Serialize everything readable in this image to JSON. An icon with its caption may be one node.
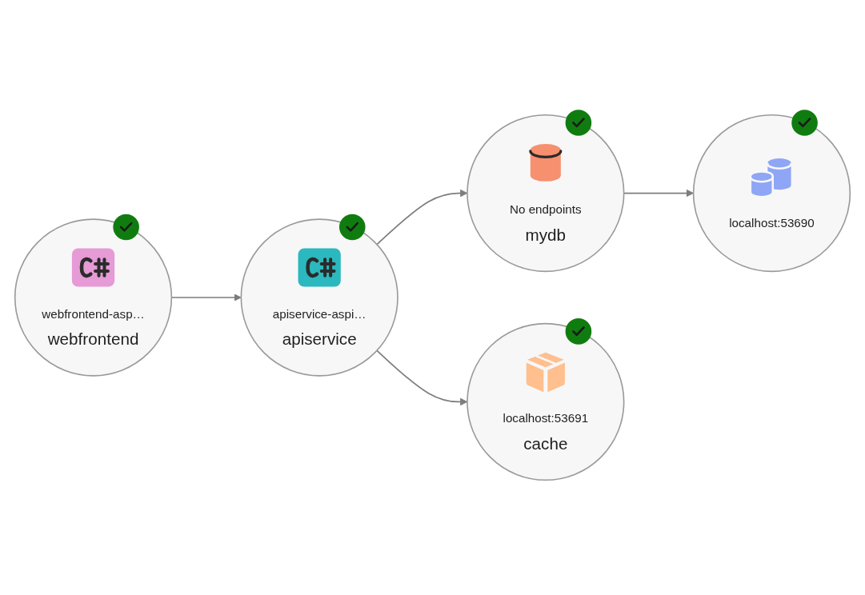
{
  "diagram": {
    "nodes": [
      {
        "text": [
          "webfrontend-asp…",
          "webfrontend"
        ]
      },
      {
        "text": [
          "No endpoints",
          "mydb"
        ]
      },
      {
        "text": [
          "localhost:53690"
        ]
      },
      {
        "text": [
          "apiservice-aspi…",
          "apiservice"
        ]
      },
      {
        "text": [
          "localhost:53691",
          "cache"
        ]
      }
    ],
    "edges": [
      {
        "from": 0,
        "to": 3,
        "arrow": "to"
      },
      {
        "from": 3,
        "to": 1,
        "arrow": "to"
      },
      {
        "from": 1,
        "to": 2,
        "arrow": "to"
      },
      {
        "from": 3,
        "to": 4,
        "arrow": "to"
      }
    ]
  }
}
